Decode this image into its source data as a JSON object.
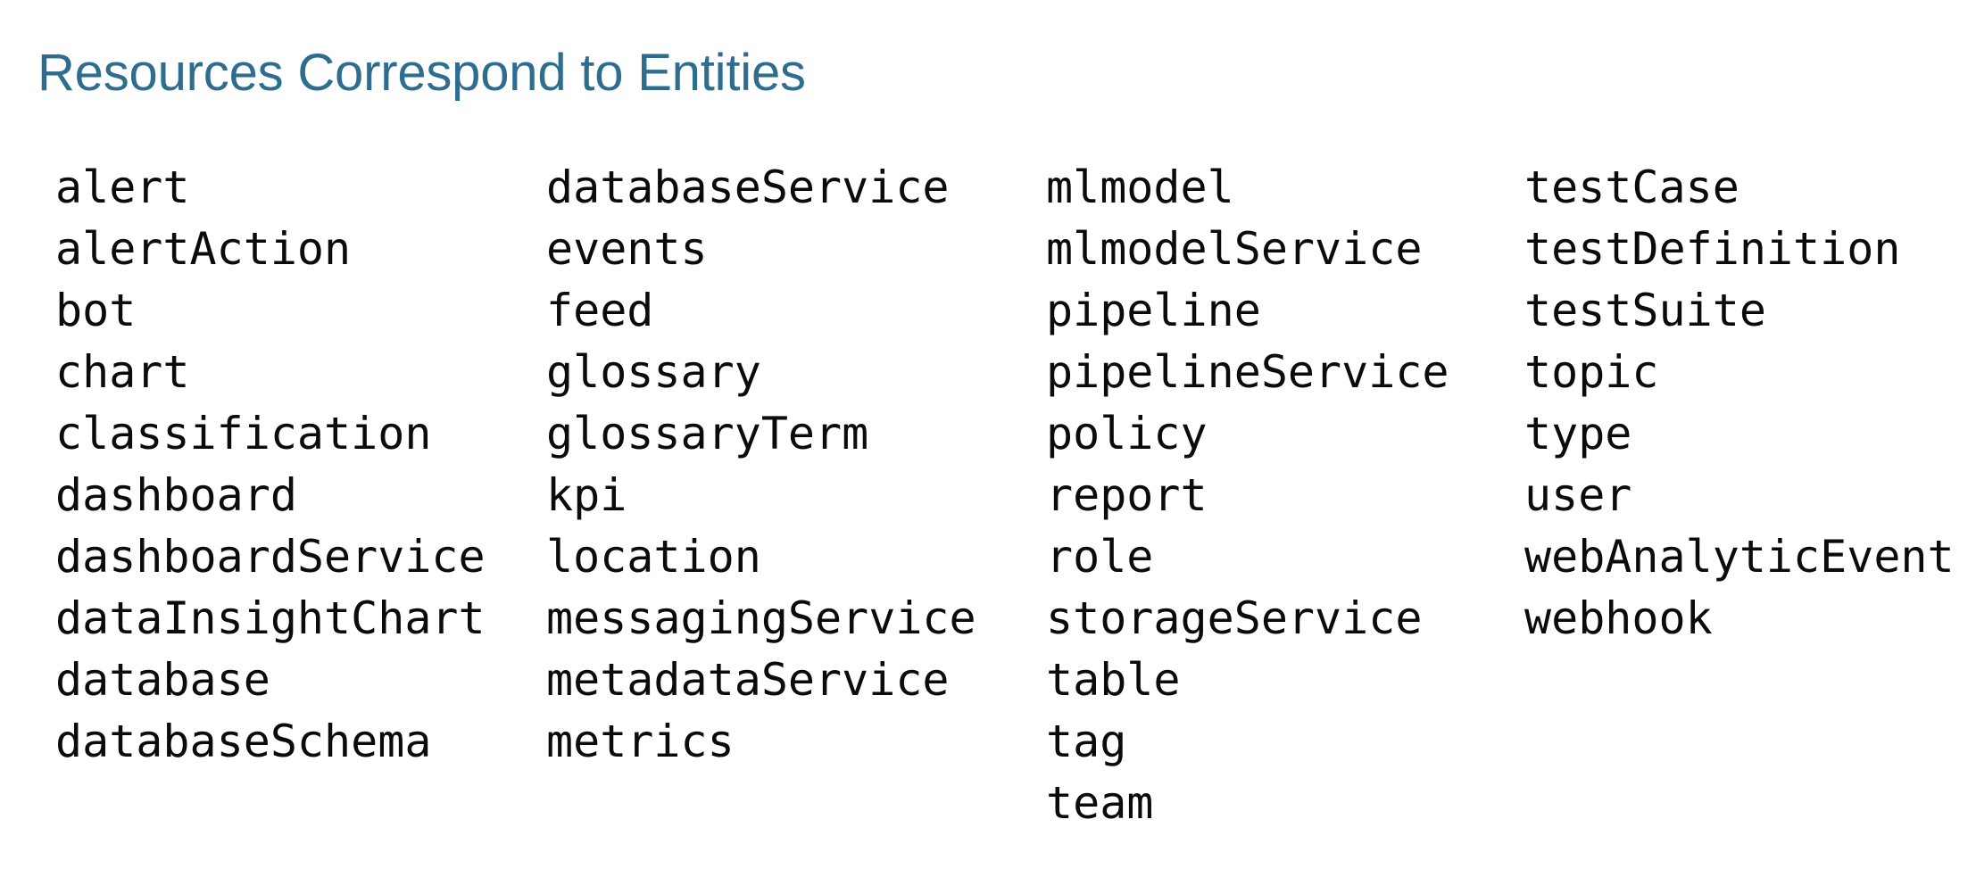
{
  "slide": {
    "title": "Resources Correspond to Entities",
    "title_color": "#2E6C90",
    "background_color": "#FFFFFF",
    "body_text_color": "#0B0B0B"
  },
  "columns": [
    {
      "name": "column-1",
      "items": [
        "alert",
        "alertAction",
        "bot",
        "chart",
        "classification",
        "dashboard",
        "dashboardService",
        "dataInsightChart",
        "database",
        "databaseSchema"
      ]
    },
    {
      "name": "column-2",
      "items": [
        "databaseService",
        "events",
        "feed",
        "glossary",
        "glossaryTerm",
        "kpi",
        "location",
        "messagingService",
        "metadataService",
        "metrics"
      ]
    },
    {
      "name": "column-3",
      "items": [
        "mlmodel",
        "mlmodelService",
        "pipeline",
        "pipelineService",
        "policy",
        "report",
        "role",
        "storageService",
        "table",
        "tag",
        "team"
      ]
    },
    {
      "name": "column-4",
      "items": [
        "testCase",
        "testDefinition",
        "testSuite",
        "topic",
        "type",
        "user",
        "webAnalyticEvent",
        "webhook"
      ]
    }
  ]
}
